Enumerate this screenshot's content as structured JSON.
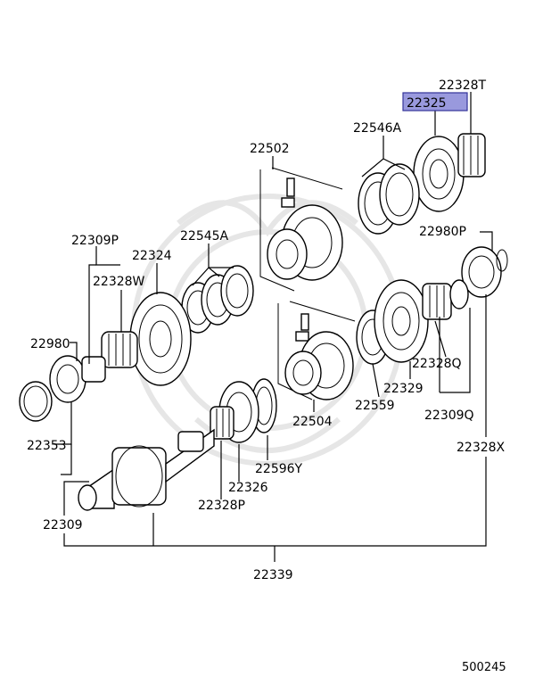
{
  "labels": {
    "p22328T": "22328T",
    "p22325": "22325",
    "p22546A": "22546A",
    "p22502": "22502",
    "p22980P": "22980P",
    "p22309P": "22309P",
    "p22545A": "22545A",
    "p22324": "22324",
    "p22328W": "22328W",
    "p22980": "22980",
    "p22328Q": "22328Q",
    "p22329": "22329",
    "p22559": "22559",
    "p22309Q": "22309Q",
    "p22504": "22504",
    "p22353": "22353",
    "p22596Y": "22596Y",
    "p22328X": "22328X",
    "p22326": "22326",
    "p22328P": "22328P",
    "p22309": "22309",
    "p22339": "22339",
    "diagram_id": "500245"
  },
  "highlight_color": "#9999dd"
}
